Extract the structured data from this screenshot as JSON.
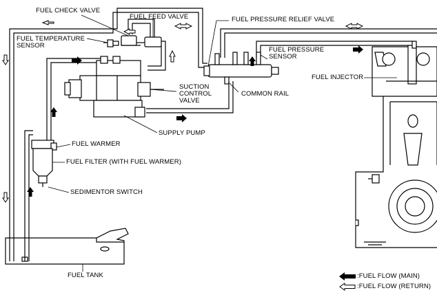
{
  "labels": {
    "fuel_check_valve": "FUEL CHECK VALVE",
    "fuel_feed_valve": "FUEL FEED VALVE",
    "fuel_pressure_relief_valve": "FUEL PRESSURE RELIEF VALVE",
    "fuel_temperature_sensor": "FUEL TEMPERATURE\nSENSOR",
    "fuel_pressure_sensor": "FUEL PRESSURE\nSENSOR",
    "fuel_injector": "FUEL INJECTOR",
    "suction_control_valve": "SUCTION\nCONTROL\nVALVE",
    "common_rail": "COMMON RAIL",
    "supply_pump": "SUPPLY PUMP",
    "fuel_warmer": "FUEL WARMER",
    "fuel_filter": "FUEL FILTER (WITH FUEL WARMER)",
    "sedimentor_switch": "SEDIMENTOR SWITCH",
    "fuel_tank": "FUEL TANK"
  },
  "legend": {
    "main": ":FUEL FLOW (MAIN)",
    "return": ":FUEL FLOW (RETURN)"
  }
}
